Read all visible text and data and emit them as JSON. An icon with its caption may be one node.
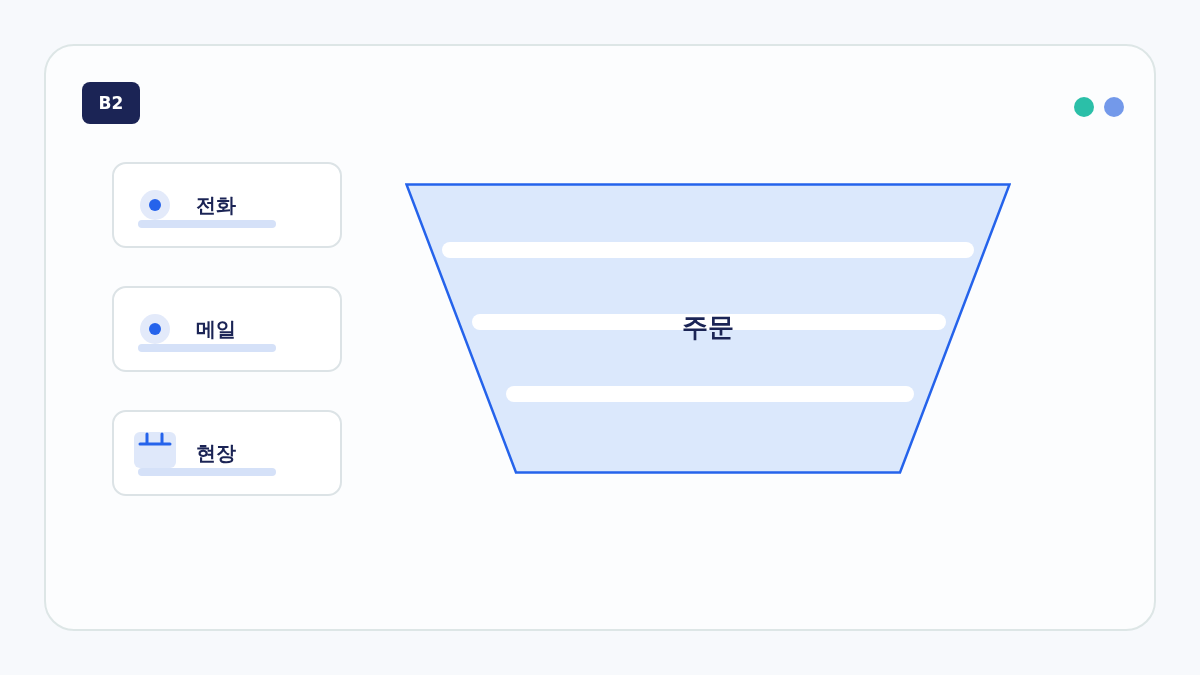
{
  "diagram": {
    "nodes": [
      {
        "text": [
          "B2"
        ]
      },
      {
        "text": [
          "전화"
        ]
      },
      {
        "text": [
          "메일"
        ]
      },
      {
        "text": [
          "현장"
        ]
      },
      {
        "text": [
          "주문"
        ]
      }
    ]
  }
}
